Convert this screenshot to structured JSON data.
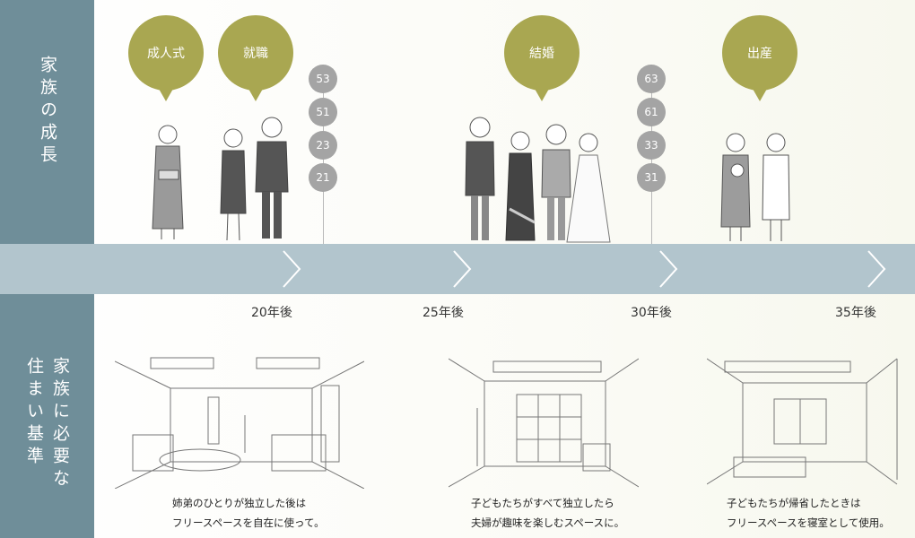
{
  "left_labels": {
    "top": "家族の成長",
    "bottom_col1": "家族に必要な",
    "bottom_col2": "住まい基準"
  },
  "events": [
    {
      "label": "成人式"
    },
    {
      "label": "就職"
    },
    {
      "label": "結婚"
    },
    {
      "label": "出産"
    }
  ],
  "age_groups": [
    {
      "ages": [
        "53",
        "51",
        "23",
        "21"
      ]
    },
    {
      "ages": [
        "63",
        "61",
        "33",
        "31"
      ]
    }
  ],
  "years": [
    "20年後",
    "25年後",
    "30年後",
    "35年後"
  ],
  "captions": [
    {
      "line1": "姉弟のひとりが独立した後は",
      "line2": "フリースペースを自在に使って。"
    },
    {
      "line1": "子どもたちがすべて独立したら",
      "line2": "夫婦が趣味を楽しむスペースに。"
    },
    {
      "line1": "子どもたちが帰省したときは",
      "line2": "フリースペースを寝室として使用。"
    }
  ],
  "colors": {
    "sidebar": "#6f8e99",
    "band": "#b2c5cd",
    "bubble": "#a9a751",
    "age_circle": "#a4a4a4"
  }
}
